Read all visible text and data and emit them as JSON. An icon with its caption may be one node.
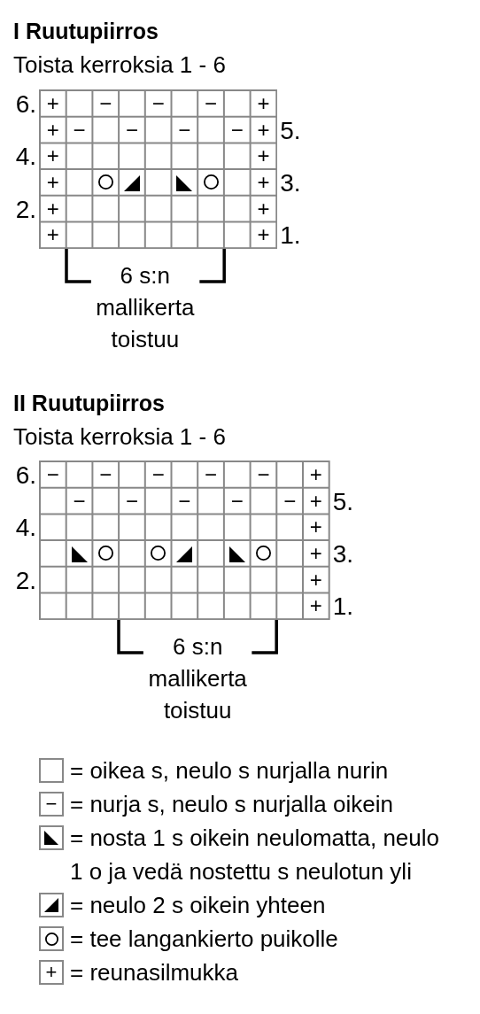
{
  "diagram": {
    "labels": [
      "I Ruutupiirros",
      "Toista kerroksia 1 - 6",
      "6.",
      "+",
      "−",
      "−",
      "−",
      "+",
      "+",
      "−",
      "−",
      "−",
      "−",
      "+",
      "5.",
      "4.",
      "+",
      "+",
      "+",
      "+",
      "3.",
      "2.",
      "+",
      "+",
      "+",
      "+",
      "1.",
      "6 s:n mallikerta toistuu",
      "II Ruutupiirros",
      "Toista kerroksia 1 - 6",
      "6.",
      "−",
      "−",
      "−",
      "−",
      "−",
      "+",
      "−",
      "−",
      "−",
      "−",
      "−",
      "+",
      "5.",
      "4.",
      "+",
      "+",
      "3.",
      "2.",
      "+",
      "+",
      "1.",
      "6 s:n mallikerta toistuu",
      "−",
      "+"
    ],
    "legend": [
      {
        "text": "= oikea s, neulo s nurjalla nurin"
      },
      {
        "text": "= nurja s, neulo s nurjalla oikein"
      },
      {
        "text": "= nosta 1 s oikein neulomatta, neulo 1 o ja vedä nostettu s neulotun yli"
      },
      {
        "text": "= neulo 2 s oikein yhteen"
      },
      {
        "text": "= tee langankierto puikolle"
      },
      {
        "text": "= reunasilmukka"
      }
    ]
  }
}
